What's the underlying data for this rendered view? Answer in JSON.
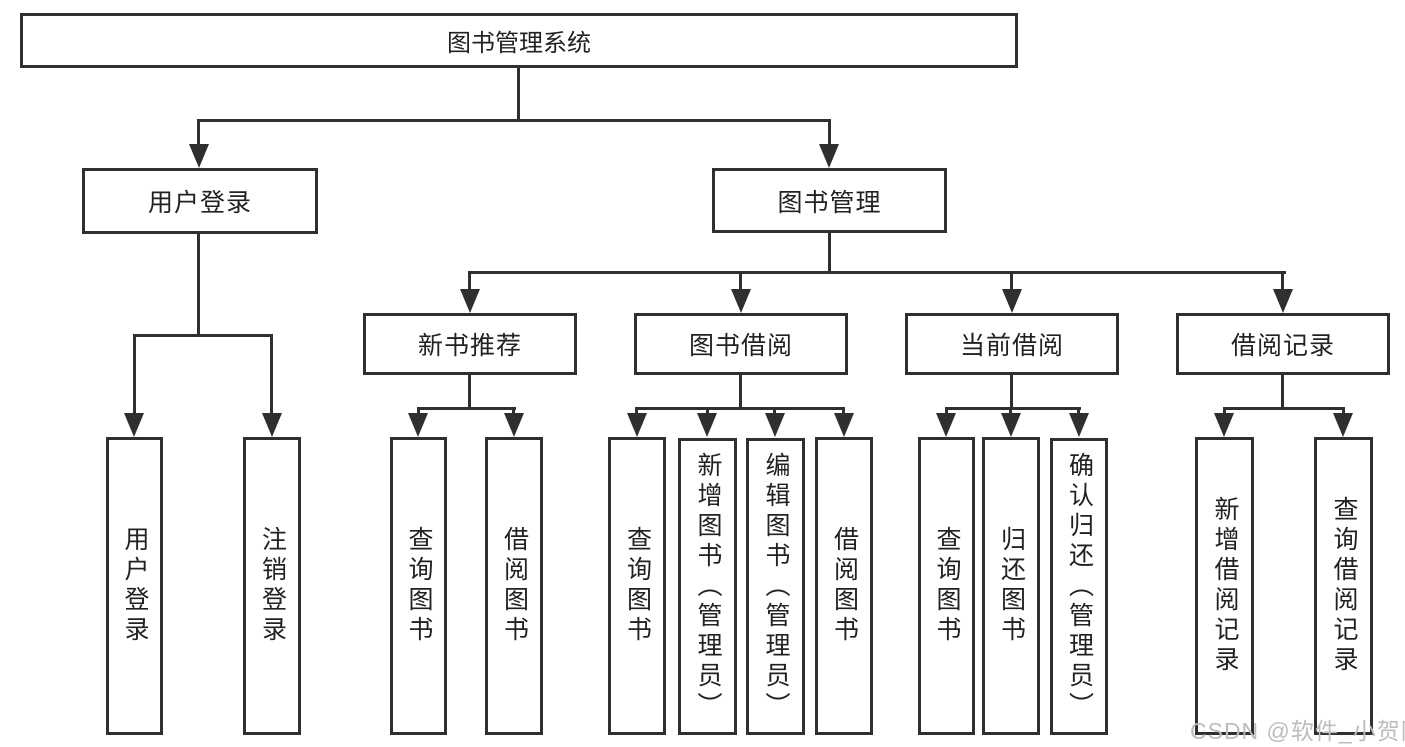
{
  "diagram": {
    "root": {
      "label": "图书管理系统"
    },
    "branches": [
      {
        "label": "用户登录",
        "children": [
          {
            "label": "用户登录"
          },
          {
            "label": "注销登录"
          }
        ]
      },
      {
        "label": "图书管理",
        "children": [
          {
            "label": "新书推荐",
            "children": [
              {
                "label": "查询图书"
              },
              {
                "label": "借阅图书"
              }
            ]
          },
          {
            "label": "图书借阅",
            "children": [
              {
                "label": "查询图书"
              },
              {
                "label": "新增图书（管理员）"
              },
              {
                "label": "编辑图书（管理员）"
              },
              {
                "label": "借阅图书"
              }
            ]
          },
          {
            "label": "当前借阅",
            "children": [
              {
                "label": "查询图书"
              },
              {
                "label": "归还图书"
              },
              {
                "label": "确认归还（管理员）"
              }
            ]
          },
          {
            "label": "借阅记录",
            "children": [
              {
                "label": "新增借阅记录"
              },
              {
                "label": "查询借阅记录"
              }
            ]
          }
        ]
      }
    ]
  },
  "watermark": {
    "text": "CSDN @软件_小贺同学"
  },
  "colors": {
    "line": "#2f2f2f",
    "text": "#222222",
    "watermark": "#bdbdbd",
    "bg": "#ffffff"
  }
}
